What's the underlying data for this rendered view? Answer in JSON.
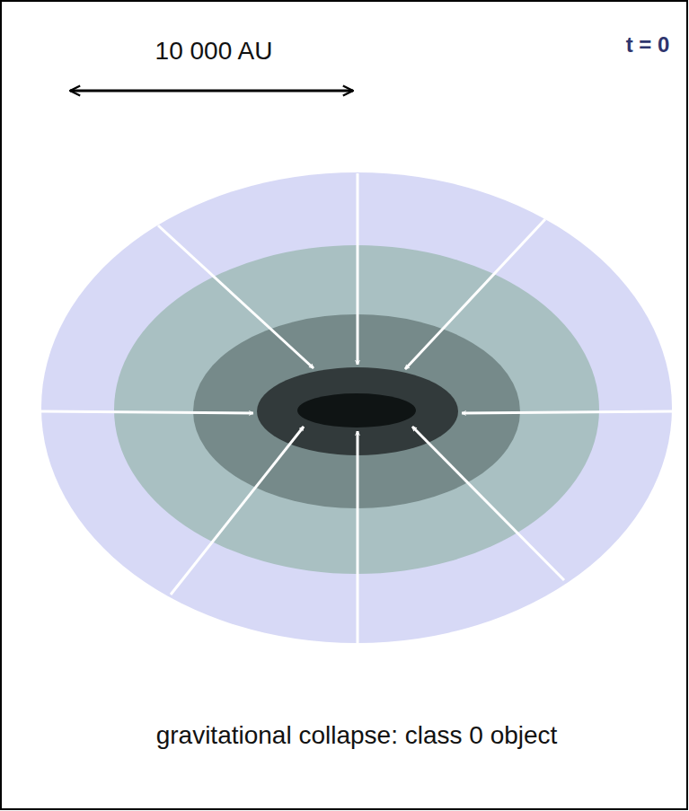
{
  "diagram": {
    "caption": "gravitational collapse: class 0 object",
    "labels": [
      "10 000 AU",
      "t = 0"
    ]
  }
}
